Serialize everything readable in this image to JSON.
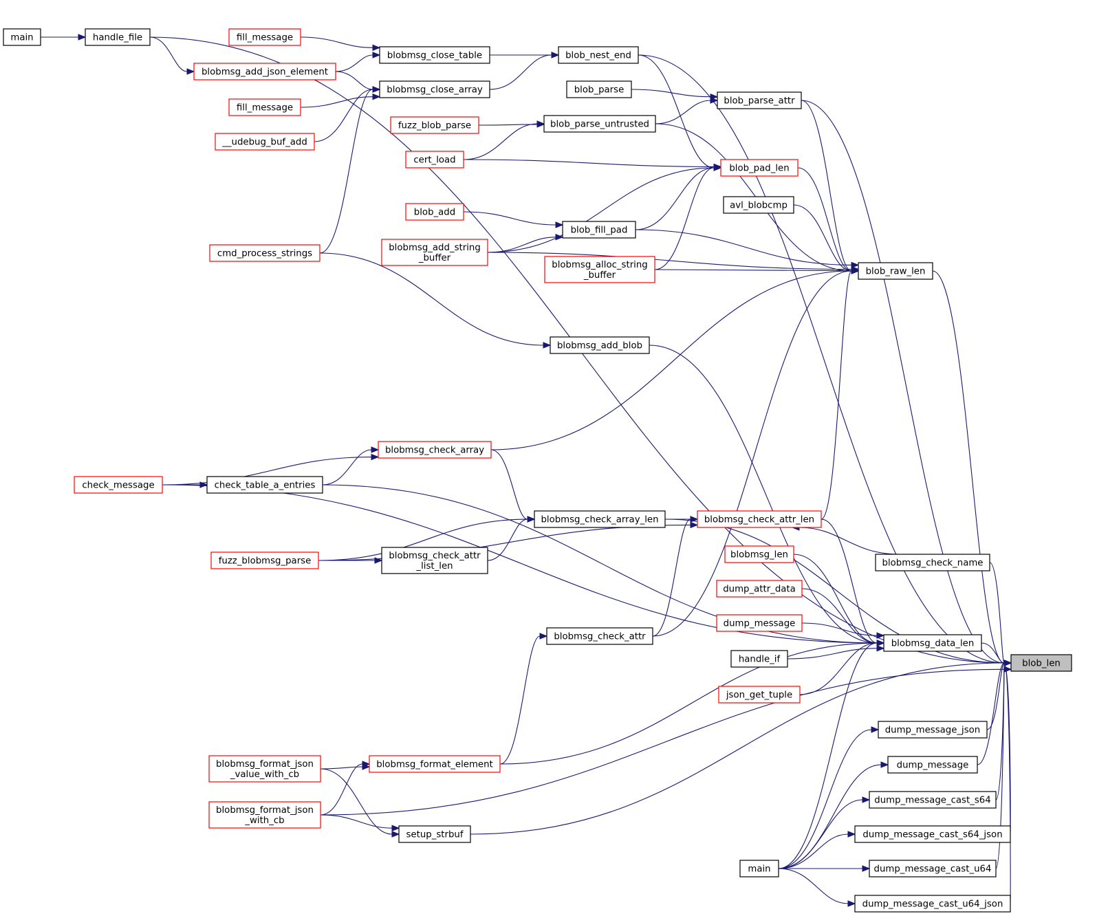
{
  "colors": {
    "edge": "#191970",
    "border_black": "#000000",
    "border_red": "#ff0000",
    "highlight_fill": "#bfbfbf"
  },
  "nodes": {
    "blob_len": {
      "lines": [
        "blob_len"
      ],
      "kind": "current"
    },
    "blob_raw_len": {
      "lines": [
        "blob_raw_len"
      ],
      "kind": "normal"
    },
    "blob_pad_len": {
      "lines": [
        "blob_pad_len"
      ],
      "kind": "truncated"
    },
    "blob_nest_end": {
      "lines": [
        "blob_nest_end"
      ],
      "kind": "normal"
    },
    "blob_parse_attr": {
      "lines": [
        "blob_parse_attr"
      ],
      "kind": "normal"
    },
    "blob_parse": {
      "lines": [
        "blob_parse"
      ],
      "kind": "normal"
    },
    "blob_parse_untrusted": {
      "lines": [
        "blob_parse_untrusted"
      ],
      "kind": "normal"
    },
    "blob_fill_pad": {
      "lines": [
        "blob_fill_pad"
      ],
      "kind": "normal"
    },
    "blob_add": {
      "lines": [
        "blob_add"
      ],
      "kind": "truncated"
    },
    "avl_blobcmp": {
      "lines": [
        "avl_blobcmp"
      ],
      "kind": "normal"
    },
    "blobmsg_close_table": {
      "lines": [
        "blobmsg_close_table"
      ],
      "kind": "normal"
    },
    "blobmsg_close_array": {
      "lines": [
        "blobmsg_close_array"
      ],
      "kind": "normal"
    },
    "handle_file": {
      "lines": [
        "handle_file"
      ],
      "kind": "normal"
    },
    "main_top": {
      "lines": [
        "main"
      ],
      "kind": "normal"
    },
    "fill_message_1": {
      "lines": [
        "fill_message"
      ],
      "kind": "truncated"
    },
    "fill_message_2": {
      "lines": [
        "fill_message"
      ],
      "kind": "truncated"
    },
    "blobmsg_add_json_element": {
      "lines": [
        "blobmsg_add_json_element"
      ],
      "kind": "truncated"
    },
    "udebug_buf_add": {
      "lines": [
        "__udebug_buf_add"
      ],
      "kind": "truncated"
    },
    "fuzz_blob_parse": {
      "lines": [
        "fuzz_blob_parse"
      ],
      "kind": "truncated"
    },
    "cert_load": {
      "lines": [
        "cert_load"
      ],
      "kind": "truncated"
    },
    "blobmsg_add_string_buffer": {
      "lines": [
        "blobmsg_add_string",
        "_buffer"
      ],
      "kind": "truncated"
    },
    "blobmsg_alloc_string_buffer": {
      "lines": [
        "blobmsg_alloc_string",
        "_buffer"
      ],
      "kind": "truncated"
    },
    "cmd_process_strings": {
      "lines": [
        "cmd_process_strings"
      ],
      "kind": "truncated"
    },
    "blobmsg_add_blob": {
      "lines": [
        "blobmsg_add_blob"
      ],
      "kind": "normal"
    },
    "blobmsg_check_array": {
      "lines": [
        "blobmsg_check_array"
      ],
      "kind": "truncated"
    },
    "check_message": {
      "lines": [
        "check_message"
      ],
      "kind": "truncated"
    },
    "check_table_a_entries": {
      "lines": [
        "check_table_a_entries"
      ],
      "kind": "normal"
    },
    "blobmsg_check_array_len": {
      "lines": [
        "blobmsg_check_array_len"
      ],
      "kind": "normal"
    },
    "blobmsg_check_attr_len": {
      "lines": [
        "blobmsg_check_attr_len"
      ],
      "kind": "truncated"
    },
    "fuzz_blobmsg_parse": {
      "lines": [
        "fuzz_blobmsg_parse"
      ],
      "kind": "truncated"
    },
    "blobmsg_check_attr_list_len": {
      "lines": [
        "blobmsg_check_attr",
        "_list_len"
      ],
      "kind": "normal"
    },
    "blobmsg_len": {
      "lines": [
        "blobmsg_len"
      ],
      "kind": "truncated"
    },
    "blobmsg_check_name": {
      "lines": [
        "blobmsg_check_name"
      ],
      "kind": "normal"
    },
    "dump_attr_data": {
      "lines": [
        "dump_attr_data"
      ],
      "kind": "truncated"
    },
    "dump_message_red": {
      "lines": [
        "dump_message"
      ],
      "kind": "truncated"
    },
    "handle_if": {
      "lines": [
        "handle_if"
      ],
      "kind": "normal"
    },
    "json_get_tuple": {
      "lines": [
        "json_get_tuple"
      ],
      "kind": "truncated"
    },
    "blobmsg_data_len": {
      "lines": [
        "blobmsg_data_len"
      ],
      "kind": "normal"
    },
    "blobmsg_check_attr": {
      "lines": [
        "blobmsg_check_attr"
      ],
      "kind": "normal"
    },
    "blobmsg_format_element": {
      "lines": [
        "blobmsg_format_element"
      ],
      "kind": "truncated"
    },
    "blobmsg_format_json_value_with_cb": {
      "lines": [
        "blobmsg_format_json",
        "_value_with_cb"
      ],
      "kind": "truncated"
    },
    "blobmsg_format_json_with_cb": {
      "lines": [
        "blobmsg_format_json",
        "_with_cb"
      ],
      "kind": "truncated"
    },
    "setup_strbuf": {
      "lines": [
        "setup_strbuf"
      ],
      "kind": "normal"
    },
    "main_bottom": {
      "lines": [
        "main"
      ],
      "kind": "normal"
    },
    "dump_message_json": {
      "lines": [
        "dump_message_json"
      ],
      "kind": "normal"
    },
    "dump_message": {
      "lines": [
        "dump_message"
      ],
      "kind": "normal"
    },
    "dump_message_cast_s64": {
      "lines": [
        "dump_message_cast_s64"
      ],
      "kind": "normal"
    },
    "dump_message_cast_s64_json": {
      "lines": [
        "dump_message_cast_s64_json"
      ],
      "kind": "normal"
    },
    "dump_message_cast_u64": {
      "lines": [
        "dump_message_cast_u64"
      ],
      "kind": "normal"
    },
    "dump_message_cast_u64_json": {
      "lines": [
        "dump_message_cast_u64_json"
      ],
      "kind": "normal"
    }
  },
  "edges": [
    [
      "main_top",
      "handle_file"
    ],
    [
      "handle_file",
      "blob_len"
    ],
    [
      "handle_file",
      "blobmsg_add_json_element"
    ],
    [
      "fill_message_1",
      "blobmsg_close_table"
    ],
    [
      "blobmsg_add_json_element",
      "blobmsg_close_table"
    ],
    [
      "blobmsg_add_json_element",
      "blobmsg_close_array"
    ],
    [
      "fill_message_2",
      "blobmsg_close_array"
    ],
    [
      "udebug_buf_add",
      "blobmsg_close_array"
    ],
    [
      "cmd_process_strings",
      "blobmsg_close_array"
    ],
    [
      "blobmsg_close_table",
      "blob_nest_end"
    ],
    [
      "blobmsg_close_array",
      "blob_nest_end"
    ],
    [
      "blob_nest_end",
      "blob_len"
    ],
    [
      "blob_nest_end",
      "blob_pad_len"
    ],
    [
      "blob_parse",
      "blob_parse_attr"
    ],
    [
      "blob_parse_untrusted",
      "blob_parse_attr"
    ],
    [
      "blob_parse_attr",
      "blob_len"
    ],
    [
      "blob_parse_attr",
      "blob_raw_len"
    ],
    [
      "fuzz_blob_parse",
      "blob_parse_untrusted"
    ],
    [
      "cert_load",
      "blob_parse_untrusted"
    ],
    [
      "blob_parse_untrusted",
      "blob_raw_len"
    ],
    [
      "cert_load",
      "blob_pad_len"
    ],
    [
      "blob_fill_pad",
      "blob_pad_len"
    ],
    [
      "blobmsg_add_string_buffer",
      "blob_pad_len"
    ],
    [
      "blobmsg_alloc_string_buffer",
      "blob_pad_len"
    ],
    [
      "blob_pad_len",
      "blob_raw_len"
    ],
    [
      "blob_add",
      "blob_fill_pad"
    ],
    [
      "blobmsg_add_string_buffer",
      "blob_fill_pad"
    ],
    [
      "blob_fill_pad",
      "blob_raw_len"
    ],
    [
      "avl_blobcmp",
      "blob_raw_len"
    ],
    [
      "blobmsg_alloc_string_buffer",
      "blob_raw_len"
    ],
    [
      "blobmsg_add_string_buffer",
      "blob_raw_len"
    ],
    [
      "blob_raw_len",
      "blob_len"
    ],
    [
      "cmd_process_strings",
      "blobmsg_add_blob"
    ],
    [
      "blobmsg_add_blob",
      "blobmsg_data_len"
    ],
    [
      "blobmsg_check_array",
      "blob_raw_len"
    ],
    [
      "check_message",
      "blobmsg_check_array"
    ],
    [
      "check_message",
      "check_table_a_entries"
    ],
    [
      "check_table_a_entries",
      "blobmsg_check_array"
    ],
    [
      "check_table_a_entries",
      "blobmsg_data_len"
    ],
    [
      "check_message",
      "blobmsg_data_len"
    ],
    [
      "blobmsg_check_array",
      "blobmsg_check_array_len"
    ],
    [
      "blobmsg_check_array_len",
      "blob_len"
    ],
    [
      "blobmsg_check_array_len",
      "blobmsg_check_attr_len"
    ],
    [
      "fuzz_blobmsg_parse",
      "blobmsg_check_array_len"
    ],
    [
      "fuzz_blobmsg_parse",
      "blobmsg_check_attr_list_len"
    ],
    [
      "fuzz_blobmsg_parse",
      "blobmsg_check_attr_len"
    ],
    [
      "blobmsg_check_attr_list_len",
      "blobmsg_check_array_len"
    ],
    [
      "blobmsg_check_attr_len",
      "blob_raw_len"
    ],
    [
      "blobmsg_check_attr_len",
      "blobmsg_data_len"
    ],
    [
      "blobmsg_check_name",
      "blobmsg_check_attr_len"
    ],
    [
      "blobmsg_check_name",
      "blob_len"
    ],
    [
      "blobmsg_check_attr",
      "blobmsg_check_attr_len"
    ],
    [
      "blobmsg_check_attr",
      "blob_raw_len"
    ],
    [
      "blobmsg_format_element",
      "blobmsg_check_attr"
    ],
    [
      "blobmsg_len",
      "blobmsg_data_len"
    ],
    [
      "dump_attr_data",
      "blobmsg_data_len"
    ],
    [
      "dump_message_red",
      "blobmsg_data_len"
    ],
    [
      "handle_if",
      "blobmsg_data_len"
    ],
    [
      "json_get_tuple",
      "blobmsg_data_len"
    ],
    [
      "blobmsg_data_len",
      "blob_len"
    ],
    [
      "blobmsg_format_json_value_with_cb",
      "blobmsg_format_element"
    ],
    [
      "blobmsg_format_json_with_cb",
      "blobmsg_format_element"
    ],
    [
      "blobmsg_format_element",
      "blobmsg_data_len"
    ],
    [
      "blobmsg_format_json_value_with_cb",
      "setup_strbuf"
    ],
    [
      "blobmsg_format_json_with_cb",
      "setup_strbuf"
    ],
    [
      "blobmsg_format_json_with_cb",
      "blob_len"
    ],
    [
      "setup_strbuf",
      "blob_len"
    ],
    [
      "main_bottom",
      "blobmsg_data_len"
    ],
    [
      "main_bottom",
      "dump_message_json"
    ],
    [
      "main_bottom",
      "dump_message"
    ],
    [
      "main_bottom",
      "dump_message_cast_s64"
    ],
    [
      "main_bottom",
      "dump_message_cast_s64_json"
    ],
    [
      "main_bottom",
      "dump_message_cast_u64"
    ],
    [
      "main_bottom",
      "dump_message_cast_u64_json"
    ],
    [
      "dump_message_json",
      "blob_len"
    ],
    [
      "dump_message",
      "blob_len"
    ],
    [
      "dump_message_cast_s64",
      "blob_len"
    ],
    [
      "dump_message_cast_s64_json",
      "blob_len"
    ],
    [
      "dump_message_cast_u64",
      "blob_len"
    ],
    [
      "dump_message_cast_u64_json",
      "blob_len"
    ]
  ]
}
